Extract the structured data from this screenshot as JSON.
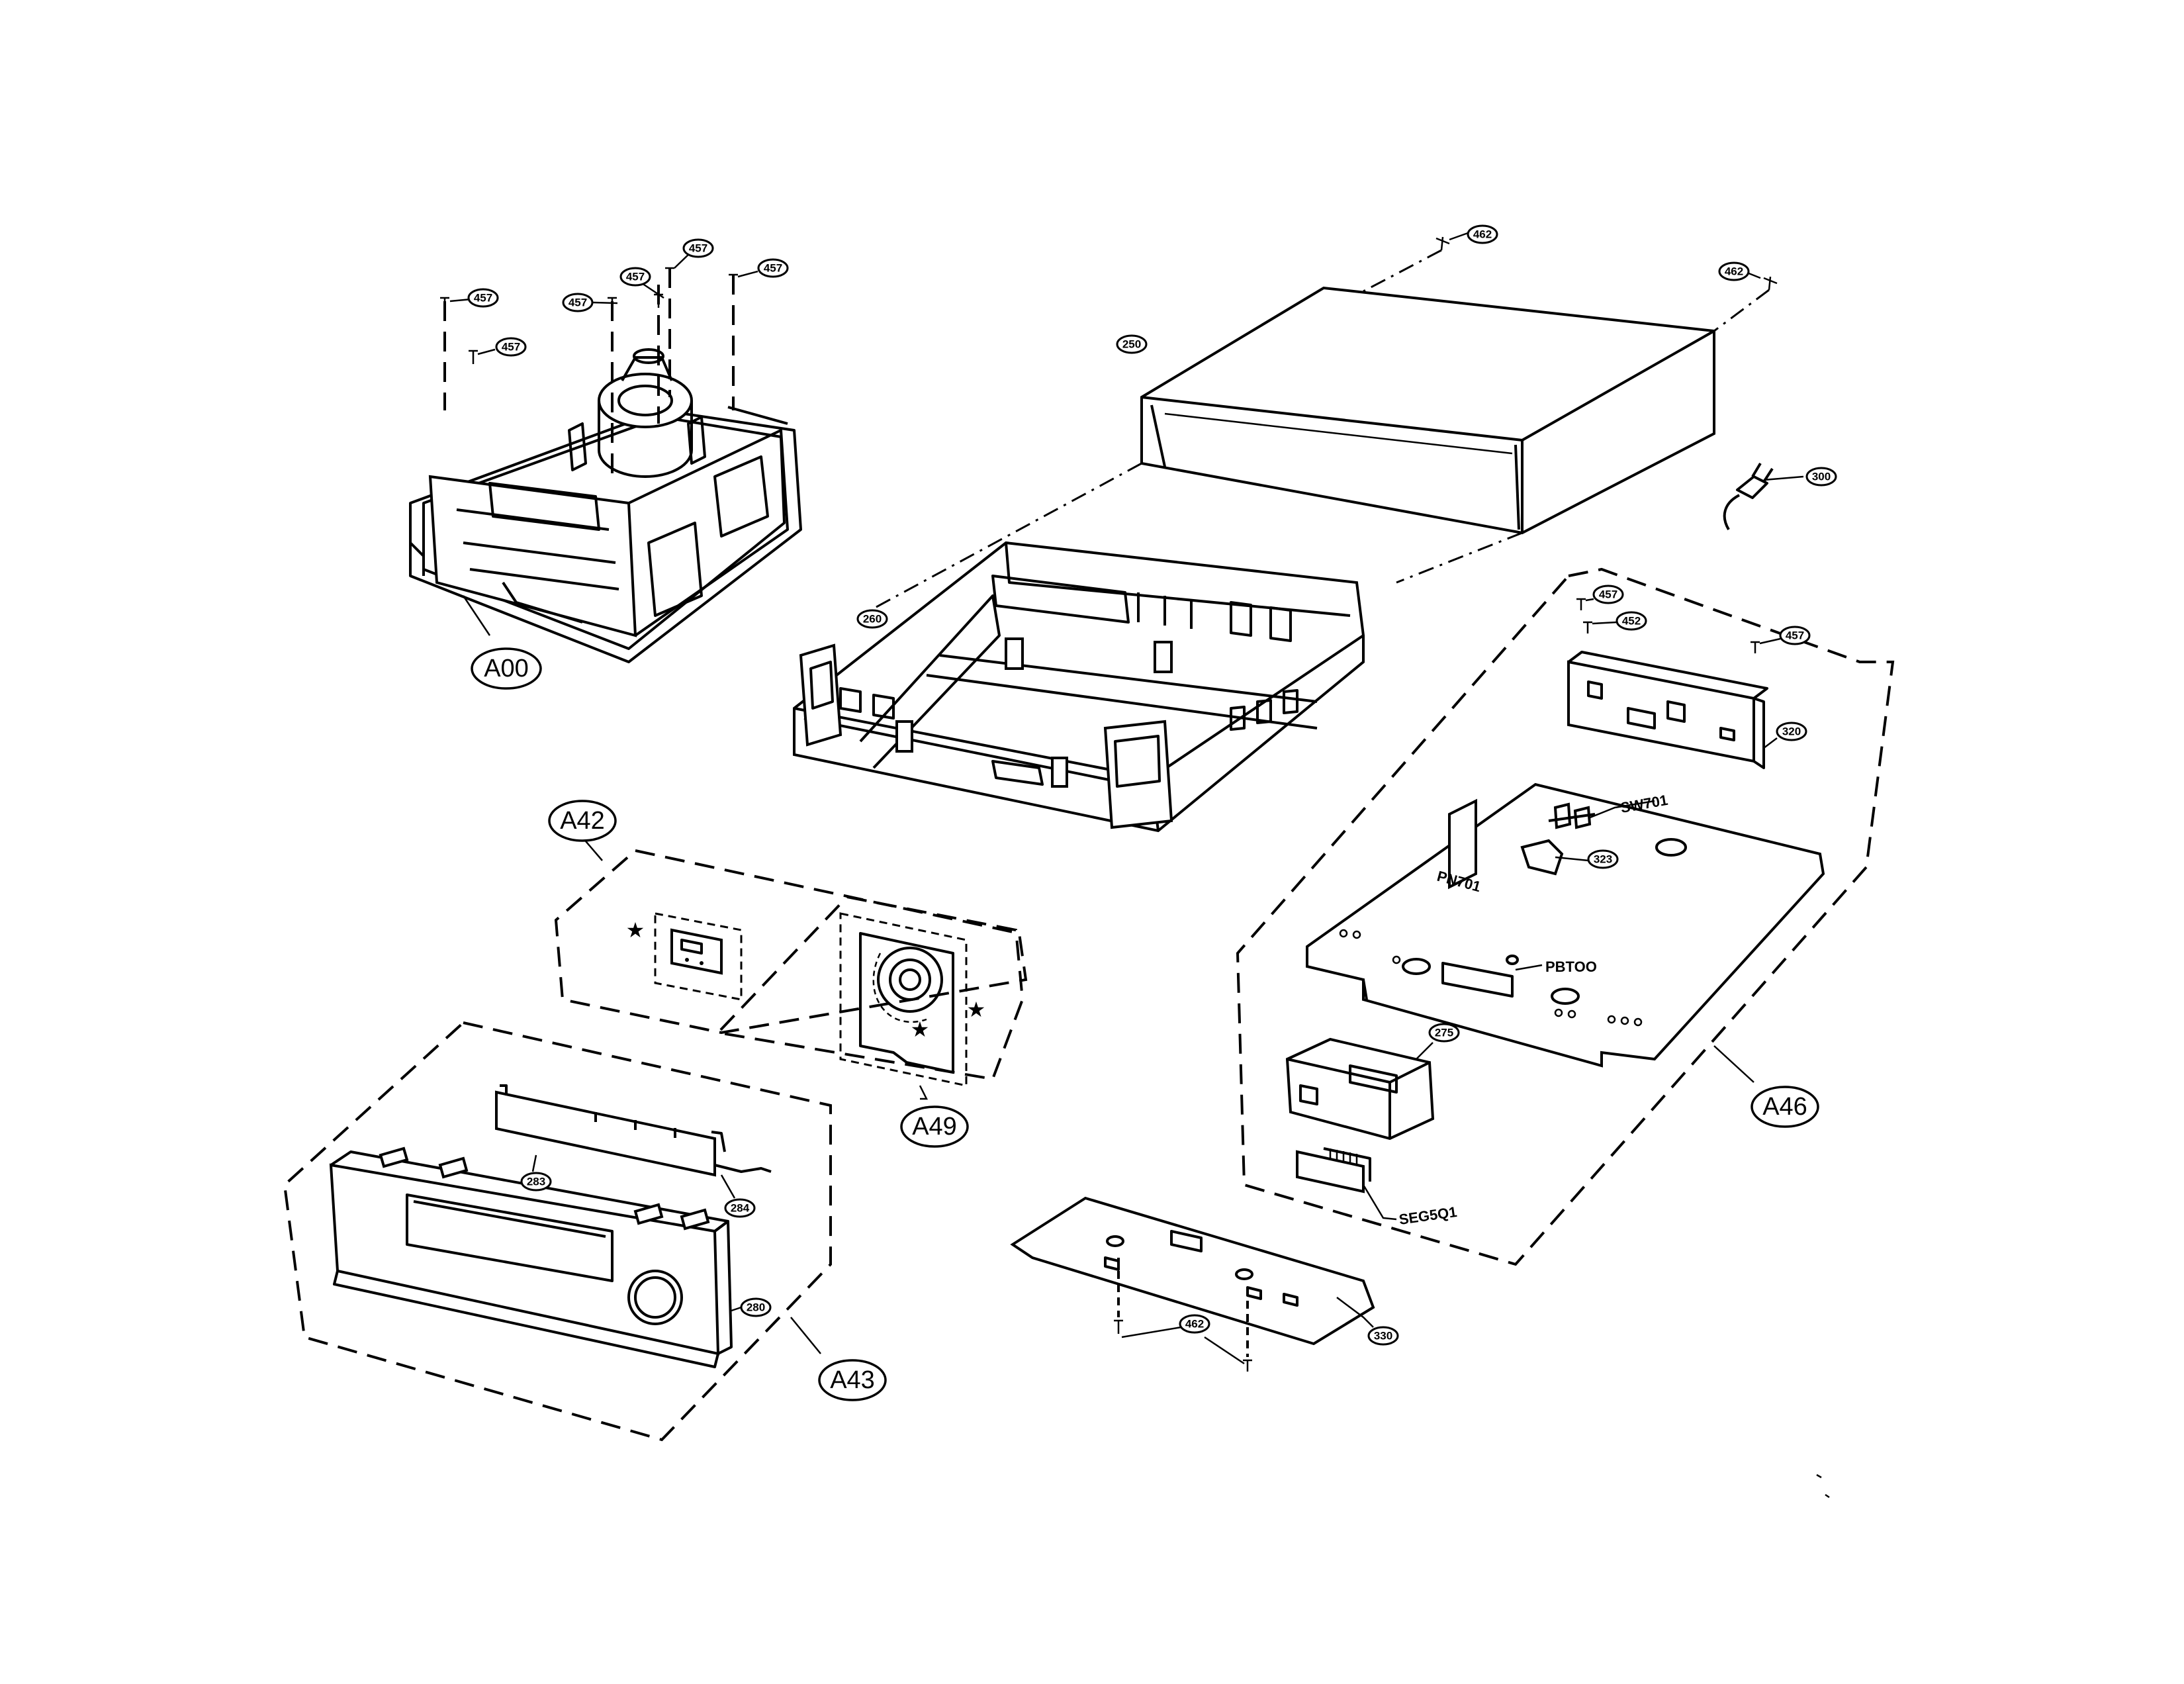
{
  "callouts": {
    "c457_a": "457",
    "c457_b": "457",
    "c457_c": "457",
    "c457_d": "457",
    "c457_e": "457",
    "c457_f": "457",
    "c457_g": "457",
    "c457_h": "457",
    "c462_a": "462",
    "c462_b": "462",
    "c462_c": "462",
    "c250": "250",
    "c300": "300",
    "c260": "260",
    "c452": "452",
    "c320": "320",
    "c323": "323",
    "c275": "275",
    "c283": "283",
    "c284": "284",
    "c280": "280",
    "c330": "330"
  },
  "assemblies": {
    "a00": "A00",
    "a42": "A42",
    "a43": "A43",
    "a46": "A46",
    "a49": "A49"
  },
  "references": {
    "sw701": "SW701",
    "pn701": "PN701",
    "pbtoo": "PBTOO",
    "seg5q1": "SEG5Q1"
  },
  "markers": {
    "star": "★"
  }
}
